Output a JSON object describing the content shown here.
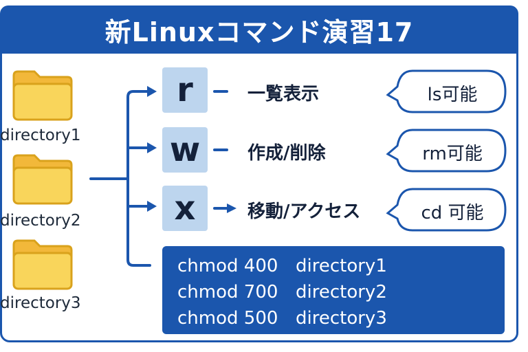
{
  "title": "新Linuxコマンド演習17",
  "directories": [
    {
      "label": "directory1"
    },
    {
      "label": "directory2"
    },
    {
      "label": "directory3"
    }
  ],
  "permissions": [
    {
      "letter": "r",
      "description": "一覧表示",
      "result": "ls可能"
    },
    {
      "letter": "w",
      "description": "作成/削除",
      "result": "rm可能"
    },
    {
      "letter": "x",
      "description": "移動/アクセス",
      "result": "cd 可能"
    }
  ],
  "commands": [
    {
      "cmd": "chmod 400",
      "target": "directory1"
    },
    {
      "cmd": "chmod 700",
      "target": "directory2"
    },
    {
      "cmd": "chmod 500",
      "target": "directory3"
    }
  ],
  "colors": {
    "accent": "#1b56ad",
    "perm_box": "#bdd5ee",
    "folder_fill": "#f9d55b",
    "folder_stroke": "#d9a21c"
  }
}
